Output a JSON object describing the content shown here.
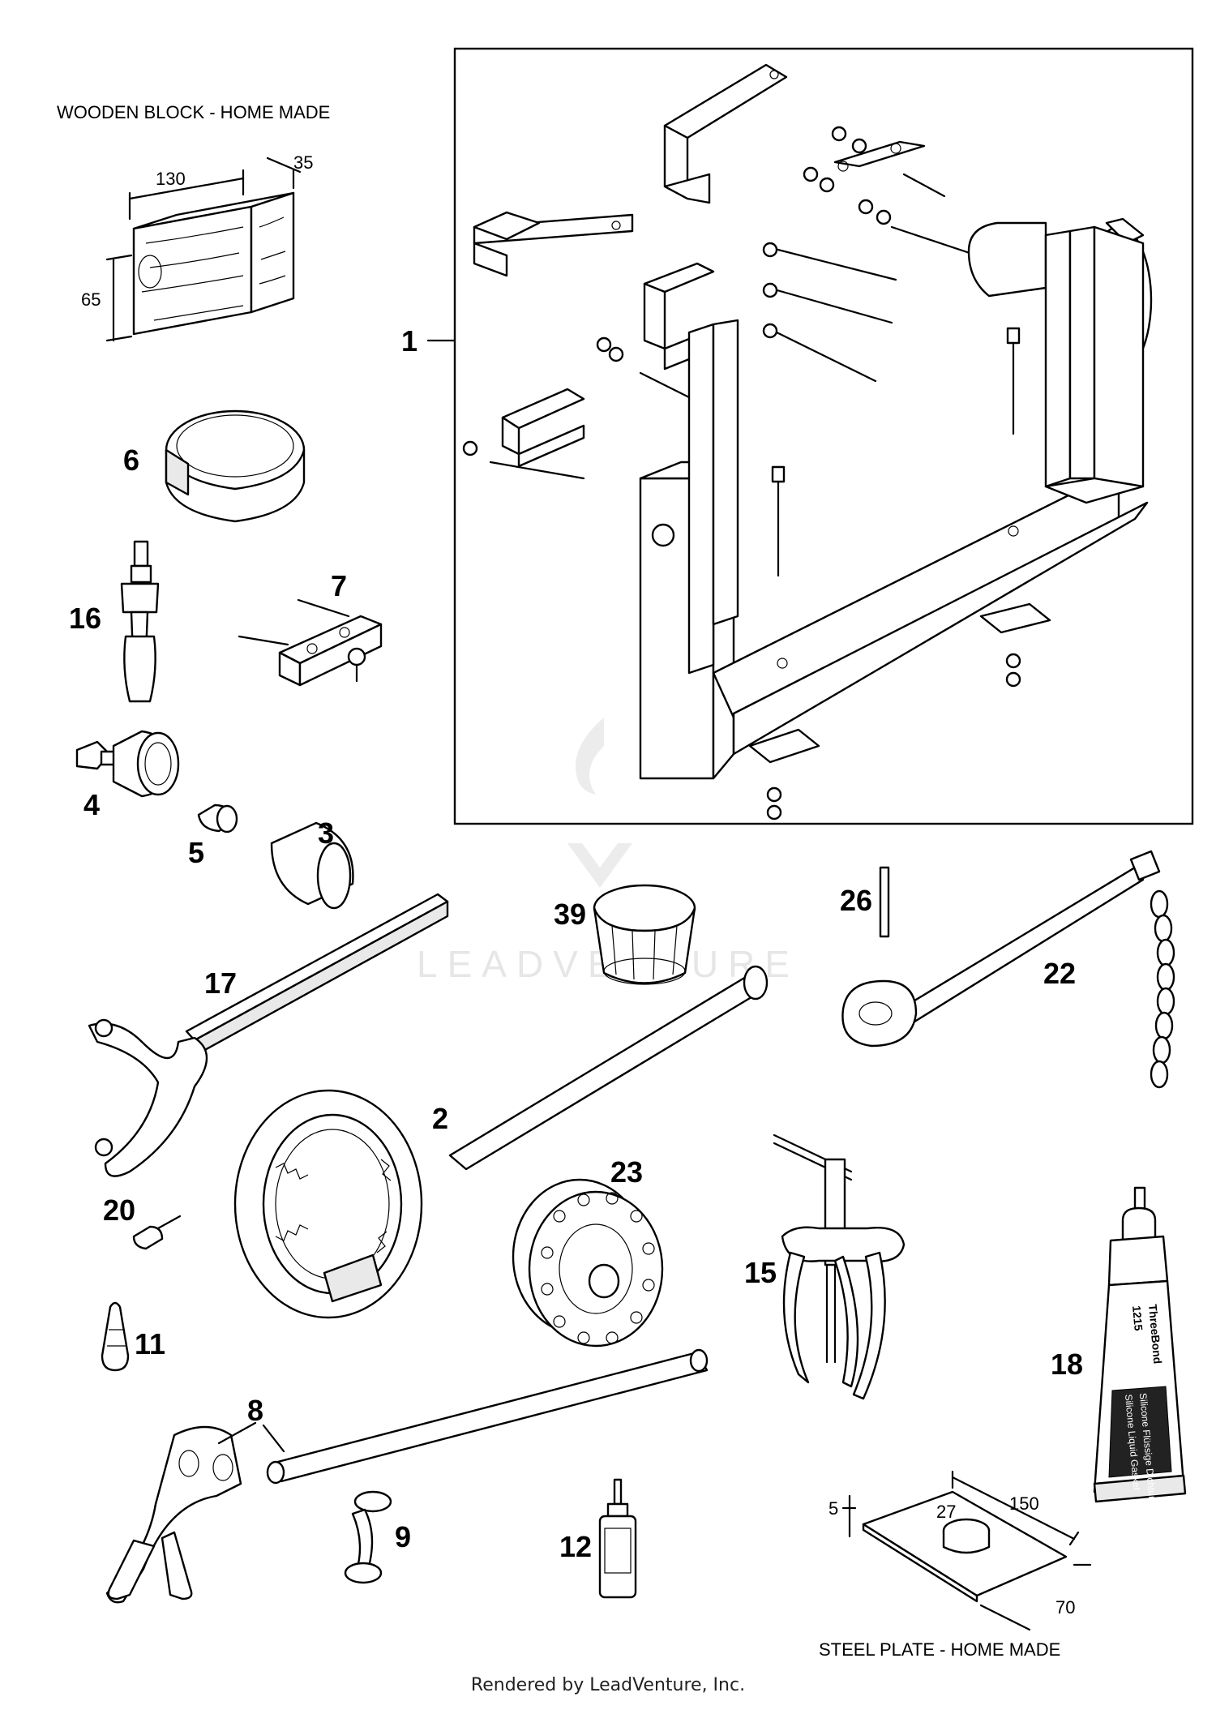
{
  "labels": {
    "wooden_block": "WOODEN BLOCK - HOME MADE",
    "steel_plate": "STEEL PLATE - HOME MADE"
  },
  "dimensions": {
    "block_length": "130",
    "block_width": "35",
    "block_height": "65",
    "plate_thickness": "5",
    "plate_hole": "27",
    "plate_length": "150",
    "plate_width": "70"
  },
  "callouts": [
    "1",
    "6",
    "16",
    "7",
    "4",
    "5",
    "3",
    "39",
    "26",
    "22",
    "17",
    "2",
    "23",
    "20",
    "15",
    "18",
    "11",
    "8",
    "9",
    "12"
  ],
  "tube_text": {
    "brand": "ThreeBond",
    "code": "1215",
    "line1": "Silicone Liquid Gasket",
    "line2": "Silicone Flüssige Dichtung"
  },
  "watermark": "LEADVENTURE",
  "footer": "Rendered by LeadVenture, Inc."
}
